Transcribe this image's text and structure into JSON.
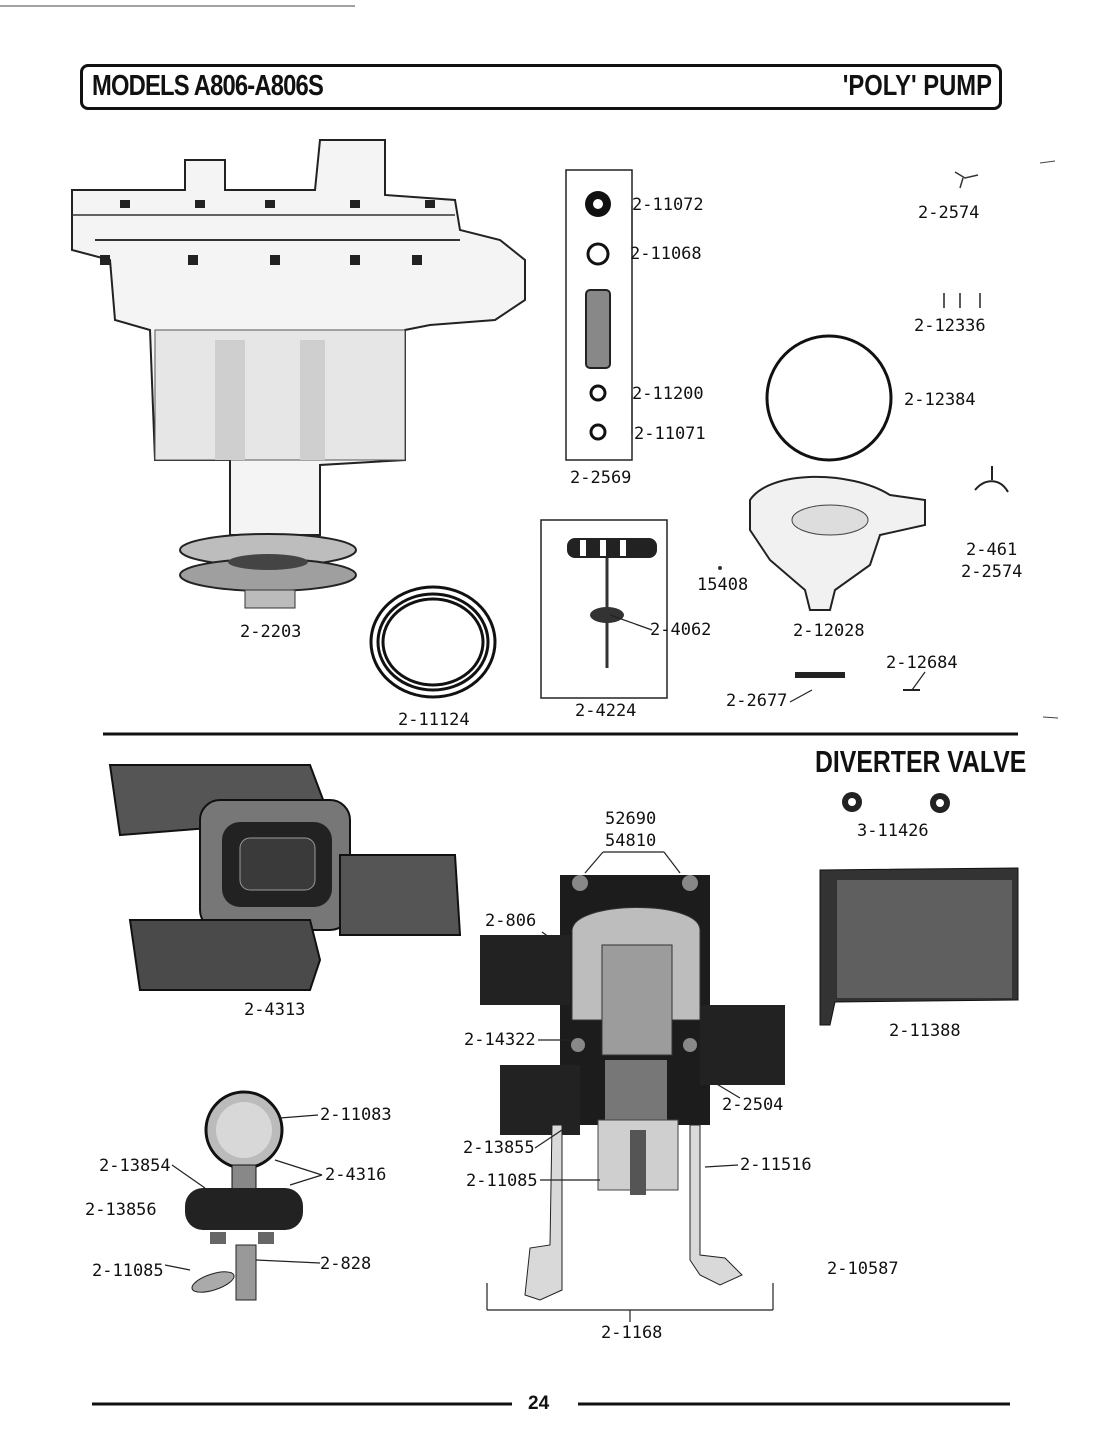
{
  "header": {
    "title_left": "MODELS A806-A806S",
    "title_right": "'POLY' PUMP"
  },
  "diverter": {
    "title": "DIVERTER VALVE"
  },
  "page_number": "24",
  "labels": {
    "p2_11072": "2-11072",
    "p2_11068": "2-11068",
    "p2_11200": "2-11200",
    "p2_11071": "2-11071",
    "p2_2569": "2-2569",
    "p2_2574a": "2-2574",
    "p2_12336": "2-12336",
    "p2_12384": "2-12384",
    "p2_461": "2-461",
    "p2_2574b": "2-2574",
    "p2_2203": "2-2203",
    "p2_11124": "2-11124",
    "p2_4062": "2-4062",
    "p2_4224": "2-4224",
    "p15408": "15408",
    "p2_12028": "2-12028",
    "p2_12684": "2-12684",
    "p2_2677": "2-2677",
    "p3_11426": "3-11426",
    "p52690": "52690",
    "p54810": "54810",
    "p2_806": "2-806",
    "p2_4313": "2-4313",
    "p2_11388": "2-11388",
    "p2_14322": "2-14322",
    "p2_2504": "2-2504",
    "p2_11083": "2-11083",
    "p2_13855": "2-13855",
    "p2_11516": "2-11516",
    "p2_13854": "2-13854",
    "p2_4316": "2-4316",
    "p2_11085a": "2-11085",
    "p2_13856": "2-13856",
    "p2_11085b": "2-11085",
    "p2_828": "2-828",
    "p2_10587": "2-10587",
    "p2_1168": "2-1168"
  }
}
